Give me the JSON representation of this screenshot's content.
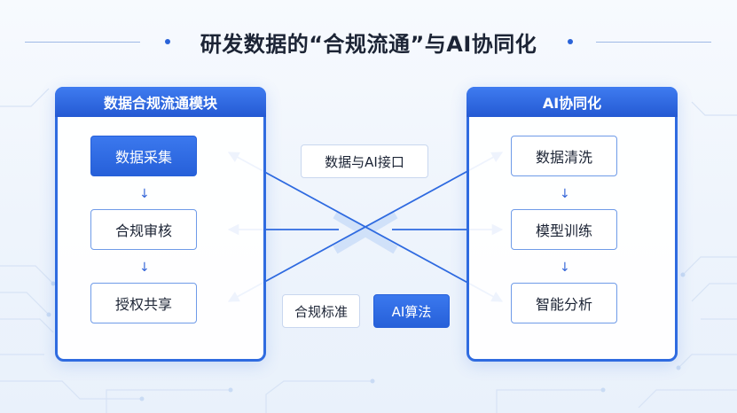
{
  "title": "研发数据的“合规流通”与AI协同化",
  "left_panel": {
    "header": "数据合规流通模块",
    "steps": [
      "数据采集",
      "合规审核",
      "授权共享"
    ]
  },
  "right_panel": {
    "header": "AI协同化",
    "steps": [
      "数据清洗",
      "模型训练",
      "智能分析"
    ]
  },
  "center": {
    "interface_label": "数据与AI接口",
    "compliance_label": "合规标准",
    "algorithm_label": "AI算法"
  },
  "colors": {
    "accent": "#2f6be0",
    "accent_dark": "#2459d3",
    "text": "#1c2435",
    "background": "#eef4fc"
  }
}
